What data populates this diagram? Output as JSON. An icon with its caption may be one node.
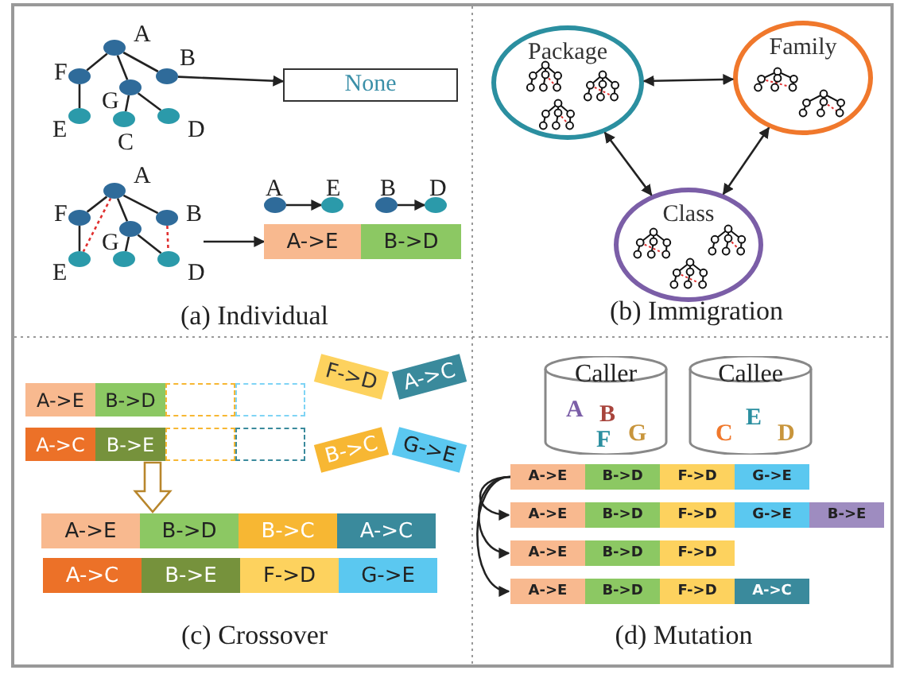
{
  "diagram": {
    "nodes": [
      {
        "text": [],
        "shape": "circle",
        "beside": [
          "A"
        ]
      },
      {
        "text": [],
        "shape": "circle",
        "beside": [
          "F"
        ]
      },
      {
        "text": [],
        "shape": "circle",
        "beside": [
          "B"
        ]
      },
      {
        "text": [],
        "shape": "circle",
        "beside": [
          "G"
        ]
      },
      {
        "text": [],
        "shape": "circle",
        "beside": [
          "E"
        ]
      },
      {
        "text": [],
        "shape": "circle",
        "beside": [
          "C"
        ]
      },
      {
        "text": [],
        "shape": "circle",
        "beside": [
          "D"
        ]
      },
      {
        "text": [
          "None"
        ]
      },
      {
        "text": [],
        "shape": "circle",
        "beside": [
          "A"
        ]
      },
      {
        "text": [],
        "shape": "circle",
        "beside": [
          "F"
        ]
      },
      {
        "text": [],
        "shape": "circle",
        "beside": [
          "B"
        ]
      },
      {
        "text": [],
        "shape": "circle",
        "beside": [
          "G"
        ]
      },
      {
        "text": [],
        "shape": "circle",
        "beside": [
          "E"
        ]
      },
      {
        "text": [],
        "shape": "circle"
      },
      {
        "text": [],
        "shape": "circle",
        "beside": [
          "D"
        ]
      },
      {
        "text": [],
        "shape": "circle",
        "beside": [
          "A"
        ]
      },
      {
        "text": [],
        "shape": "circle",
        "beside": [
          "E"
        ]
      },
      {
        "text": [],
        "shape": "circle",
        "beside": [
          "B"
        ]
      },
      {
        "text": [],
        "shape": "circle",
        "beside": [
          "D"
        ]
      },
      {
        "text": [
          "A->E"
        ]
      },
      {
        "text": [
          "B->D"
        ]
      },
      {
        "text": [
          "Package"
        ]
      },
      {
        "text": [
          "Family"
        ]
      },
      {
        "text": [
          "Class"
        ]
      },
      {
        "text": [
          "A->E"
        ]
      },
      {
        "text": [
          "B->D"
        ]
      },
      {
        "text": [],
        "shape": "box"
      },
      {
        "text": [],
        "shape": "box"
      },
      {
        "text": [
          "A->C"
        ]
      },
      {
        "text": [
          "B->E"
        ]
      },
      {
        "text": [],
        "shape": "box"
      },
      {
        "text": [],
        "shape": "box"
      },
      {
        "text": [
          "F->D"
        ]
      },
      {
        "text": [
          "B->C"
        ]
      },
      {
        "text": [
          "A->C"
        ]
      },
      {
        "text": [
          "G->E"
        ]
      },
      {
        "text": [
          "A->E"
        ]
      },
      {
        "text": [
          "B->D"
        ]
      },
      {
        "text": [
          "B->C"
        ]
      },
      {
        "text": [
          "A->C"
        ]
      },
      {
        "text": [
          "A->C"
        ]
      },
      {
        "text": [
          "B->E"
        ]
      },
      {
        "text": [
          "F->D"
        ]
      },
      {
        "text": [
          "G->E"
        ]
      },
      {
        "text": [
          "Caller",
          "A",
          "B",
          "F",
          "G"
        ]
      },
      {
        "text": [
          "Callee",
          "E",
          "C",
          "D"
        ]
      },
      {
        "text": [
          "A->E"
        ]
      },
      {
        "text": [
          "B->D"
        ]
      },
      {
        "text": [
          "F->D"
        ]
      },
      {
        "text": [
          "G->E"
        ]
      },
      {
        "text": [
          "A->E"
        ]
      },
      {
        "text": [
          "B->D"
        ]
      },
      {
        "text": [
          "F->D"
        ]
      },
      {
        "text": [
          "G->E"
        ]
      },
      {
        "text": [
          "B->E"
        ]
      },
      {
        "text": [
          "A->E"
        ]
      },
      {
        "text": [
          "B->D"
        ]
      },
      {
        "text": [
          "F->D"
        ]
      },
      {
        "text": [
          "A->E"
        ]
      },
      {
        "text": [
          "B->D"
        ]
      },
      {
        "text": [
          "F->D"
        ]
      },
      {
        "text": [
          "A->C"
        ]
      }
    ],
    "edges": [
      {
        "from": 0,
        "to": 1,
        "arrow": "none"
      },
      {
        "from": 0,
        "to": 3,
        "arrow": "none"
      },
      {
        "from": 0,
        "to": 2,
        "arrow": "none"
      },
      {
        "from": 1,
        "to": 4,
        "arrow": "none"
      },
      {
        "from": 3,
        "to": 5,
        "arrow": "none"
      },
      {
        "from": 3,
        "to": 6,
        "arrow": "none"
      },
      {
        "from": 2,
        "to": 7,
        "arrow": "to"
      },
      {
        "from": 8,
        "to": 9,
        "arrow": "none"
      },
      {
        "from": 8,
        "to": 11,
        "arrow": "none"
      },
      {
        "from": 8,
        "to": 10,
        "arrow": "none"
      },
      {
        "from": 9,
        "to": 12,
        "arrow": "none"
      },
      {
        "from": 11,
        "to": 13,
        "arrow": "none"
      },
      {
        "from": 11,
        "to": 14,
        "arrow": "none"
      },
      {
        "from": 8,
        "to": 12,
        "arrow": "none",
        "style": "dashed",
        "color": "#e03030"
      },
      {
        "from": 10,
        "to": 14,
        "arrow": "none",
        "style": "dashed",
        "color": "#e03030"
      },
      {
        "from": null,
        "to": 19,
        "arrow": "to"
      },
      {
        "from": 15,
        "to": 16,
        "arrow": "to"
      },
      {
        "from": 17,
        "to": 18,
        "arrow": "to"
      },
      {
        "from": 21,
        "to": 22,
        "arrow": "both"
      },
      {
        "from": 21,
        "to": 23,
        "arrow": "both"
      },
      {
        "from": 22,
        "to": 23,
        "arrow": "both"
      },
      {
        "from": 29,
        "to": 37,
        "arrow": "to",
        "color": "#b8862c"
      },
      {
        "from": 46,
        "to": 50,
        "arrow": "to"
      },
      {
        "from": 46,
        "to": 55,
        "arrow": "to"
      },
      {
        "from": 46,
        "to": 58,
        "arrow": "to"
      }
    ],
    "labels": [
      "(a) Individual",
      "(b) Immigration",
      "(c) Crossover",
      "(d) Mutation"
    ]
  }
}
